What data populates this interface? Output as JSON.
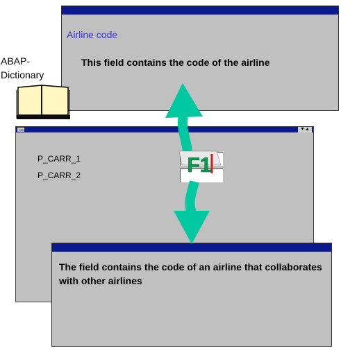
{
  "dictionary": {
    "line1": "ABAP-",
    "line2": "Dictionary"
  },
  "popup_top": {
    "heading": "Airline code",
    "text": "This field contains the code of the airline"
  },
  "main_window": {
    "fields": [
      {
        "label": "P_CARR_1"
      },
      {
        "label": "P_CARR_2"
      }
    ],
    "controls": "▼▲"
  },
  "f1_key": {
    "label": "F1"
  },
  "popup_bottom": {
    "text": "The field contains the code of an airline that collaborates with other airlines"
  },
  "colors": {
    "titlebar": "#0a1a8c",
    "window_bg": "#c0c0c0",
    "arrow": "#00c8a0",
    "heading": "#3636d6",
    "f1_green": "#00a050",
    "f1_red": "#cc2020"
  }
}
